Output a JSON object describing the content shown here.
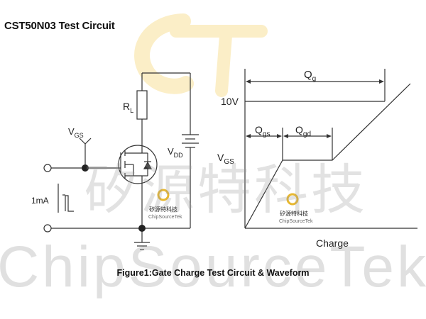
{
  "title": "CST50N03 Test Circuit",
  "caption": "Figure1:Gate Charge Test Circuit & Waveform",
  "circuit": {
    "rl_label": "R",
    "rl_sub": "L",
    "vgs_label": "V",
    "vgs_sub": "GS",
    "vdd_label": "V",
    "vdd_sub": "DD",
    "current_label": "1mA"
  },
  "waveform": {
    "qg_label": "Q",
    "qg_sub": "g",
    "v10_label": "10V",
    "qgs_label": "Q",
    "qgs_sub": "gs",
    "qgd_label": "Q",
    "qgd_sub": "gd",
    "vgs_label": "V",
    "vgs_sub": "GS",
    "charge_label": "Charge"
  },
  "watermark": {
    "chinese": "矽源特科技",
    "english": "ChipSourceTek",
    "logo_cn": "矽源特科技",
    "logo_en": "ChipSourceTek"
  },
  "colors": {
    "line": "#333333",
    "watermark": "#c9c9c9",
    "logo_yellow": "#f5d060"
  }
}
